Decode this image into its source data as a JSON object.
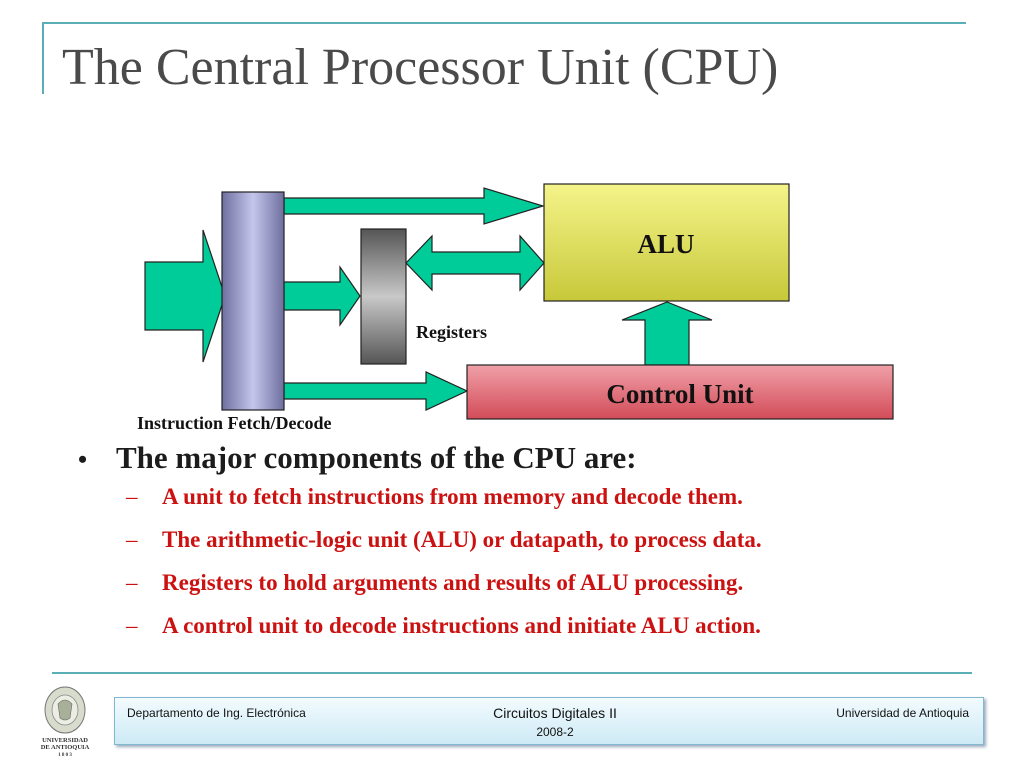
{
  "slide": {
    "title": "The Central Processor Unit (CPU)"
  },
  "diagram": {
    "alu_label": "ALU",
    "control_unit_label": "Control Unit",
    "registers_label": "Registers",
    "fetch_decode_label": "Instruction Fetch/Decode",
    "colors": {
      "arrow": "#00cc99",
      "alu": "#e8e84a",
      "control_unit": "#e8707a",
      "fetch_decode": "#9a9cc8",
      "registers": "#7a7a7a"
    }
  },
  "content": {
    "main_bullet": "The major components of the CPU are:",
    "main_bullet_marker": "•",
    "sub_marker": "–",
    "sub_items": [
      "A unit to fetch instructions from memory and decode them.",
      "The arithmetic-logic unit (ALU) or datapath, to process data.",
      "Registers to hold arguments and results of ALU processing.",
      "A control unit to decode instructions and initiate ALU action."
    ]
  },
  "footer": {
    "left": "Departamento de Ing. Electrónica",
    "center": "Circuitos Digitales II",
    "center_sub": "2008-2",
    "right": "Universidad de Antioquia",
    "logo_line1": "UNIVERSIDAD",
    "logo_line2": "DE ANTIOQUIA",
    "logo_line3": "1 8 0 3",
    "accent_color": "#5aaeb8"
  }
}
